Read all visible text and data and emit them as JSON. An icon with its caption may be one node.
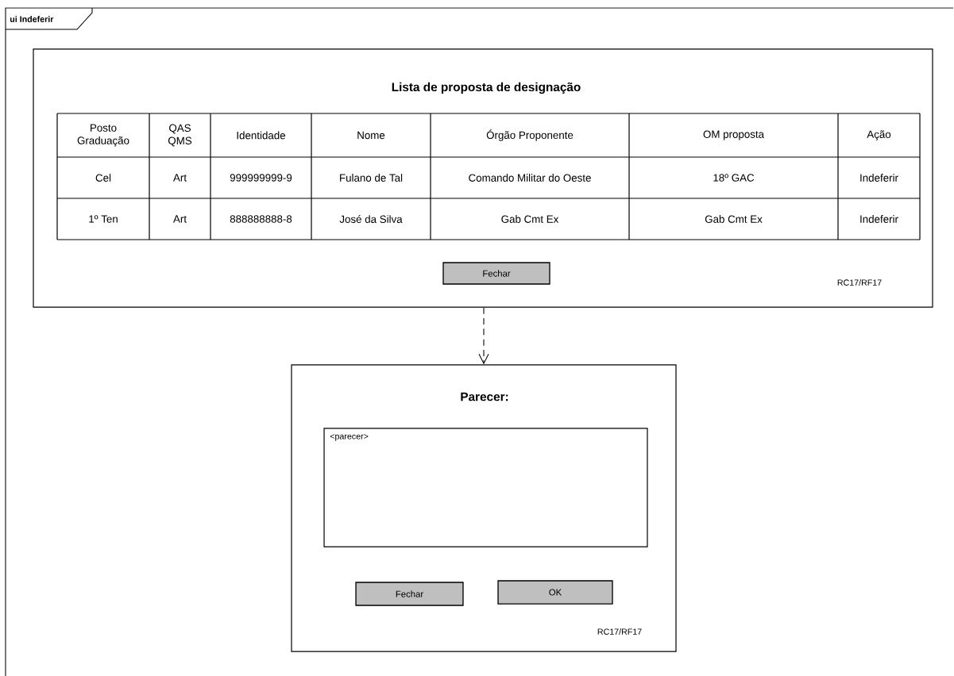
{
  "diagram": {
    "nodes": [
      {
        "text": [
          "ui Indeferir"
        ]
      },
      {
        "text": [
          "Lista de proposta de designação",
          "RC17/RF17"
        ],
        "in": 0
      },
      {
        "text": [
          "Fechar"
        ],
        "in": 1
      },
      {
        "text": [
          "Parecer:",
          "RC17/RF17"
        ],
        "in": 0
      },
      {
        "text": [
          "<parecer>"
        ],
        "in": 3
      },
      {
        "text": [
          "Fechar"
        ],
        "in": 3
      },
      {
        "text": [
          "OK"
        ],
        "in": 3
      }
    ],
    "edges": [
      {
        "from": 1,
        "to": 3,
        "arrow": "to",
        "style": "dashed"
      }
    ],
    "labels": [
      "Posto Graduação",
      "QAS QMS",
      "Identidade",
      "Nome",
      "Órgão Proponente",
      "OM proposta",
      "Ação",
      "Cel",
      "Art",
      "999999999-9",
      "Fulano de Tal",
      "Comando Militar do Oeste",
      "18º GAC",
      "Indeferir",
      "1º Ten",
      "Art",
      "888888888-8",
      "José da Silva",
      "Gab Cmt Ex",
      "Gab Cmt Ex",
      "Indeferir"
    ]
  }
}
